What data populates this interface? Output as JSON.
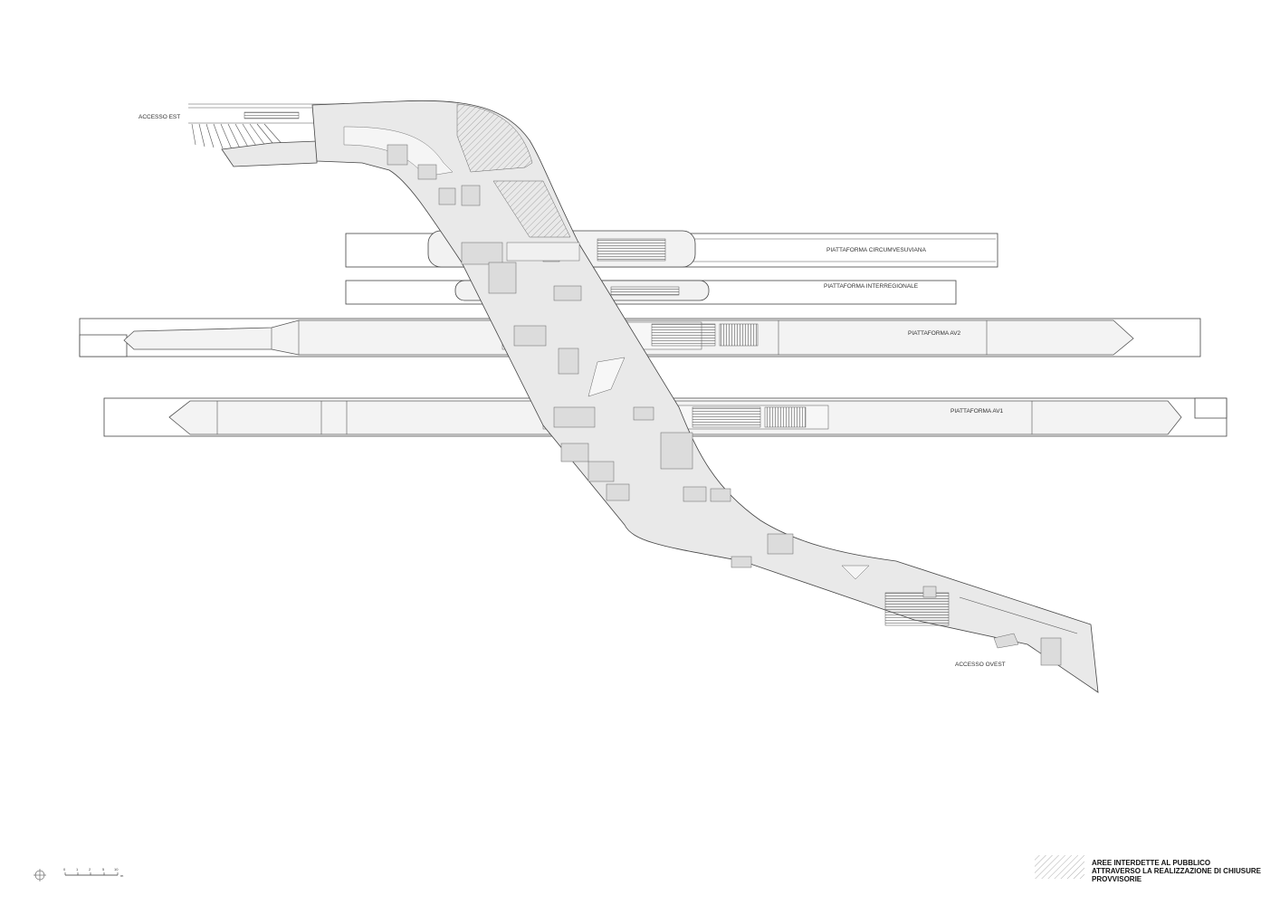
{
  "labels": {
    "accesso_est": "ACCESSO EST",
    "accesso_ovest": "ACCESSO OVEST",
    "platform_circum": "PIATTAFORMA CIRCUMVESUVIANA",
    "platform_inter": "PIATTAFORMA INTERREGIONALE",
    "platform_av2": "PIATTAFORMA AV2",
    "platform_av1": "PIATTAFORMA AV1"
  },
  "legend": {
    "line1": "AREE INTERDETTE AL PUBBLICO",
    "line2": "ATTRAVERSO LA REALIZZAZIONE DI CHIUSURE",
    "line3": "PROVVISORIE"
  },
  "scale_bar": {
    "ticks": [
      "0",
      "1",
      "2",
      "5",
      "10"
    ],
    "unit": "m"
  },
  "icons": {
    "north": "north-arrow-icon"
  },
  "colors": {
    "line": "#444444",
    "fill": "#e9e9e9",
    "hatch": "#9a9a9a"
  }
}
